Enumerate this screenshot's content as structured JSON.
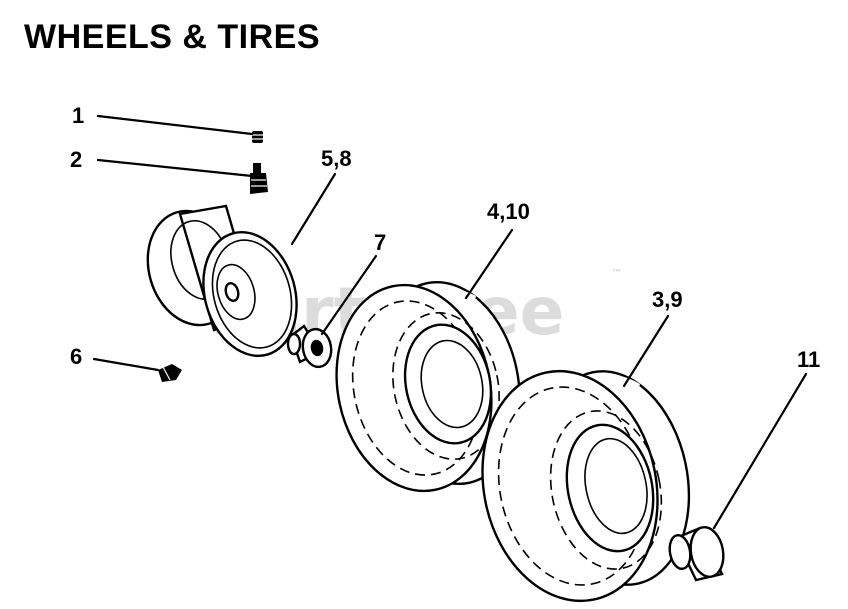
{
  "title": "WHEELS & TIRES",
  "watermark": "PartsTree",
  "watermark_tm": "™",
  "callouts": {
    "c1": "1",
    "c2": "2",
    "c58": "5,8",
    "c7": "7",
    "c410": "4,10",
    "c39": "3,9",
    "c6": "6",
    "c11": "11"
  },
  "parts": [
    "valve-cap",
    "valve-stem",
    "rim",
    "bearing-flange",
    "front-tire",
    "rear-tire",
    "grease-fitting",
    "hub-cap"
  ]
}
